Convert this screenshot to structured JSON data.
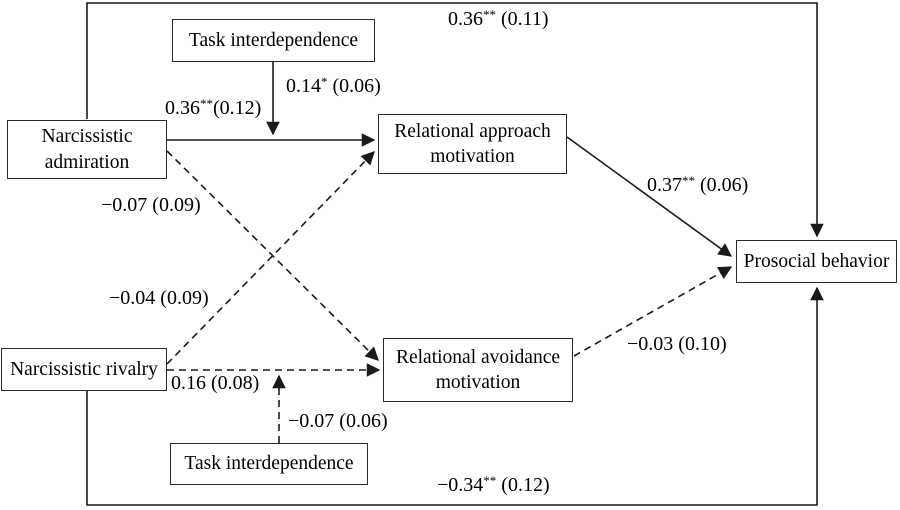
{
  "figure": {
    "type": "path-diagram",
    "background": "#ffffff",
    "line_color": "#1a1a1a",
    "text_color": "#000000"
  },
  "boxes": {
    "task_top": {
      "label": "Task interdependence"
    },
    "admiration": {
      "line1": "Narcissistic",
      "line2": "admiration"
    },
    "rivalry": {
      "label": "Narcissistic rivalry"
    },
    "approach": {
      "line1": "Relational approach",
      "line2": "motivation"
    },
    "avoidance": {
      "line1": "Relational avoidance",
      "line2": "motivation"
    },
    "task_bottom": {
      "label": "Task interdependence"
    },
    "prosocial": {
      "label": "Prosocial behavior"
    }
  },
  "coefficients": {
    "adm_prosocial": {
      "value": "0.36",
      "stars": "**",
      "se": " (0.11)"
    },
    "ti_top_moderation": {
      "value": "0.14",
      "stars": "*",
      "se": " (0.06)"
    },
    "adm_approach": {
      "value": "0.36",
      "stars": "**",
      "se": "(0.12)"
    },
    "adm_avoidance": {
      "value": "−0.07",
      "stars": "",
      "se": " (0.09)"
    },
    "riv_approach": {
      "value": "−0.04",
      "stars": "",
      "se": " (0.09)"
    },
    "riv_avoidance": {
      "value": "0.16",
      "stars": "",
      "se": " (0.08)"
    },
    "ti_bottom_moderation": {
      "value": "−0.07",
      "stars": "",
      "se": " (0.06)"
    },
    "approach_prosocial": {
      "value": "0.37",
      "stars": "**",
      "se": " (0.06)"
    },
    "avoid_prosocial": {
      "value": "−0.03",
      "stars": "",
      "se": " (0.10)"
    },
    "riv_prosocial": {
      "value": "−0.34",
      "stars": "**",
      "se": " (0.12)"
    }
  },
  "paths": {
    "solid": [
      "admiration → relational approach motivation",
      "task interdependence (top) ⊣ moderation on admiration→approach",
      "relational approach motivation → prosocial behavior",
      "admiration → prosocial behavior (direct, outer top route)",
      "rivalry → prosocial behavior (direct, outer bottom route)"
    ],
    "dashed": [
      "admiration → relational avoidance motivation",
      "rivalry → relational approach motivation",
      "rivalry → relational avoidance motivation",
      "task interdependence (bottom) ⊣ moderation on rivalry→avoidance",
      "relational avoidance motivation → prosocial behavior"
    ]
  }
}
